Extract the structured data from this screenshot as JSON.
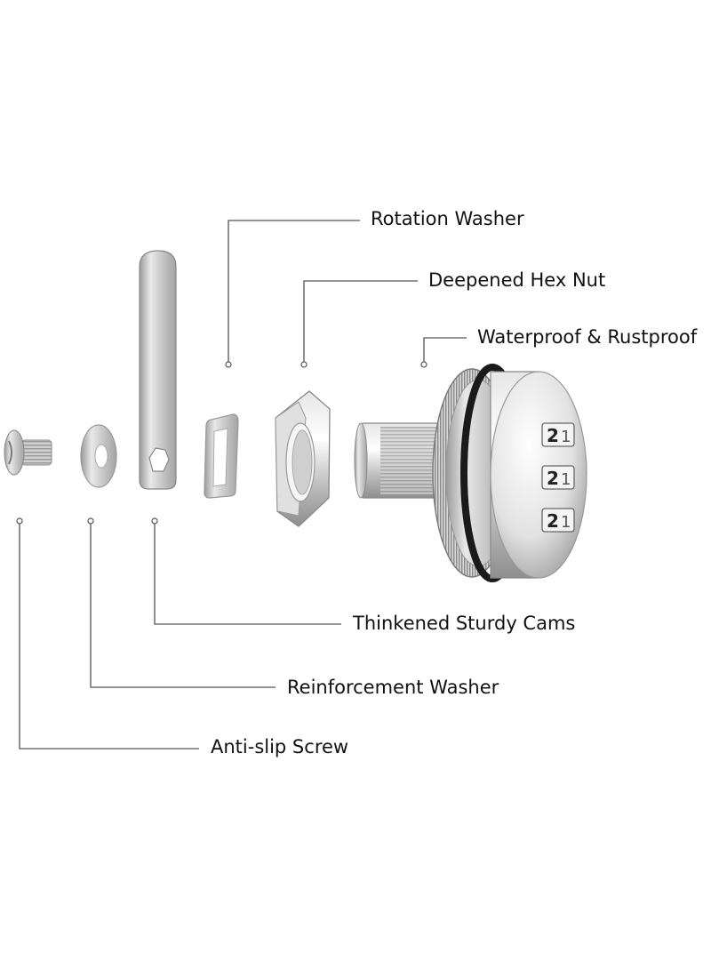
{
  "callouts": {
    "rotation_washer": "Rotation Washer",
    "deepened_hex_nut": "Deepened Hex Nut",
    "waterproof": "Waterproof & Rustproof",
    "sturdy_cams": "Thinkened Sturdy Cams",
    "reinforcement_washer": "Reinforcement Washer",
    "anti_slip_screw": "Anti-slip Screw"
  },
  "dial_digits": [
    {
      "main": "2",
      "side": "1"
    },
    {
      "main": "2",
      "side": "1"
    },
    {
      "main": "2",
      "side": "1"
    }
  ],
  "colors": {
    "leader_line": "#555555",
    "metal_light": "#f2f2f2",
    "metal_mid": "#c8c8c8",
    "metal_dark": "#8a8a8a",
    "o_ring": "#1a1a1a"
  }
}
